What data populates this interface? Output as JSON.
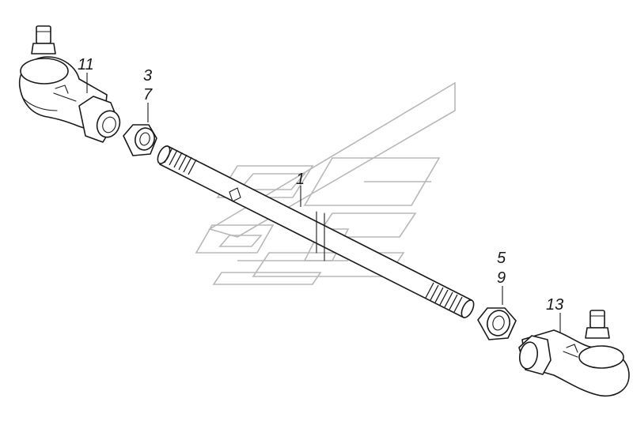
{
  "callouts": {
    "rod": "1",
    "nut_left_a": "3",
    "nut_left_b": "7",
    "nut_right_a": "5",
    "nut_right_b": "9",
    "tie_end_left": "11",
    "tie_end_right": "13"
  },
  "colors": {
    "line": "#1a1a1a",
    "watermark": "#b8b8b8",
    "background": "#ffffff"
  }
}
